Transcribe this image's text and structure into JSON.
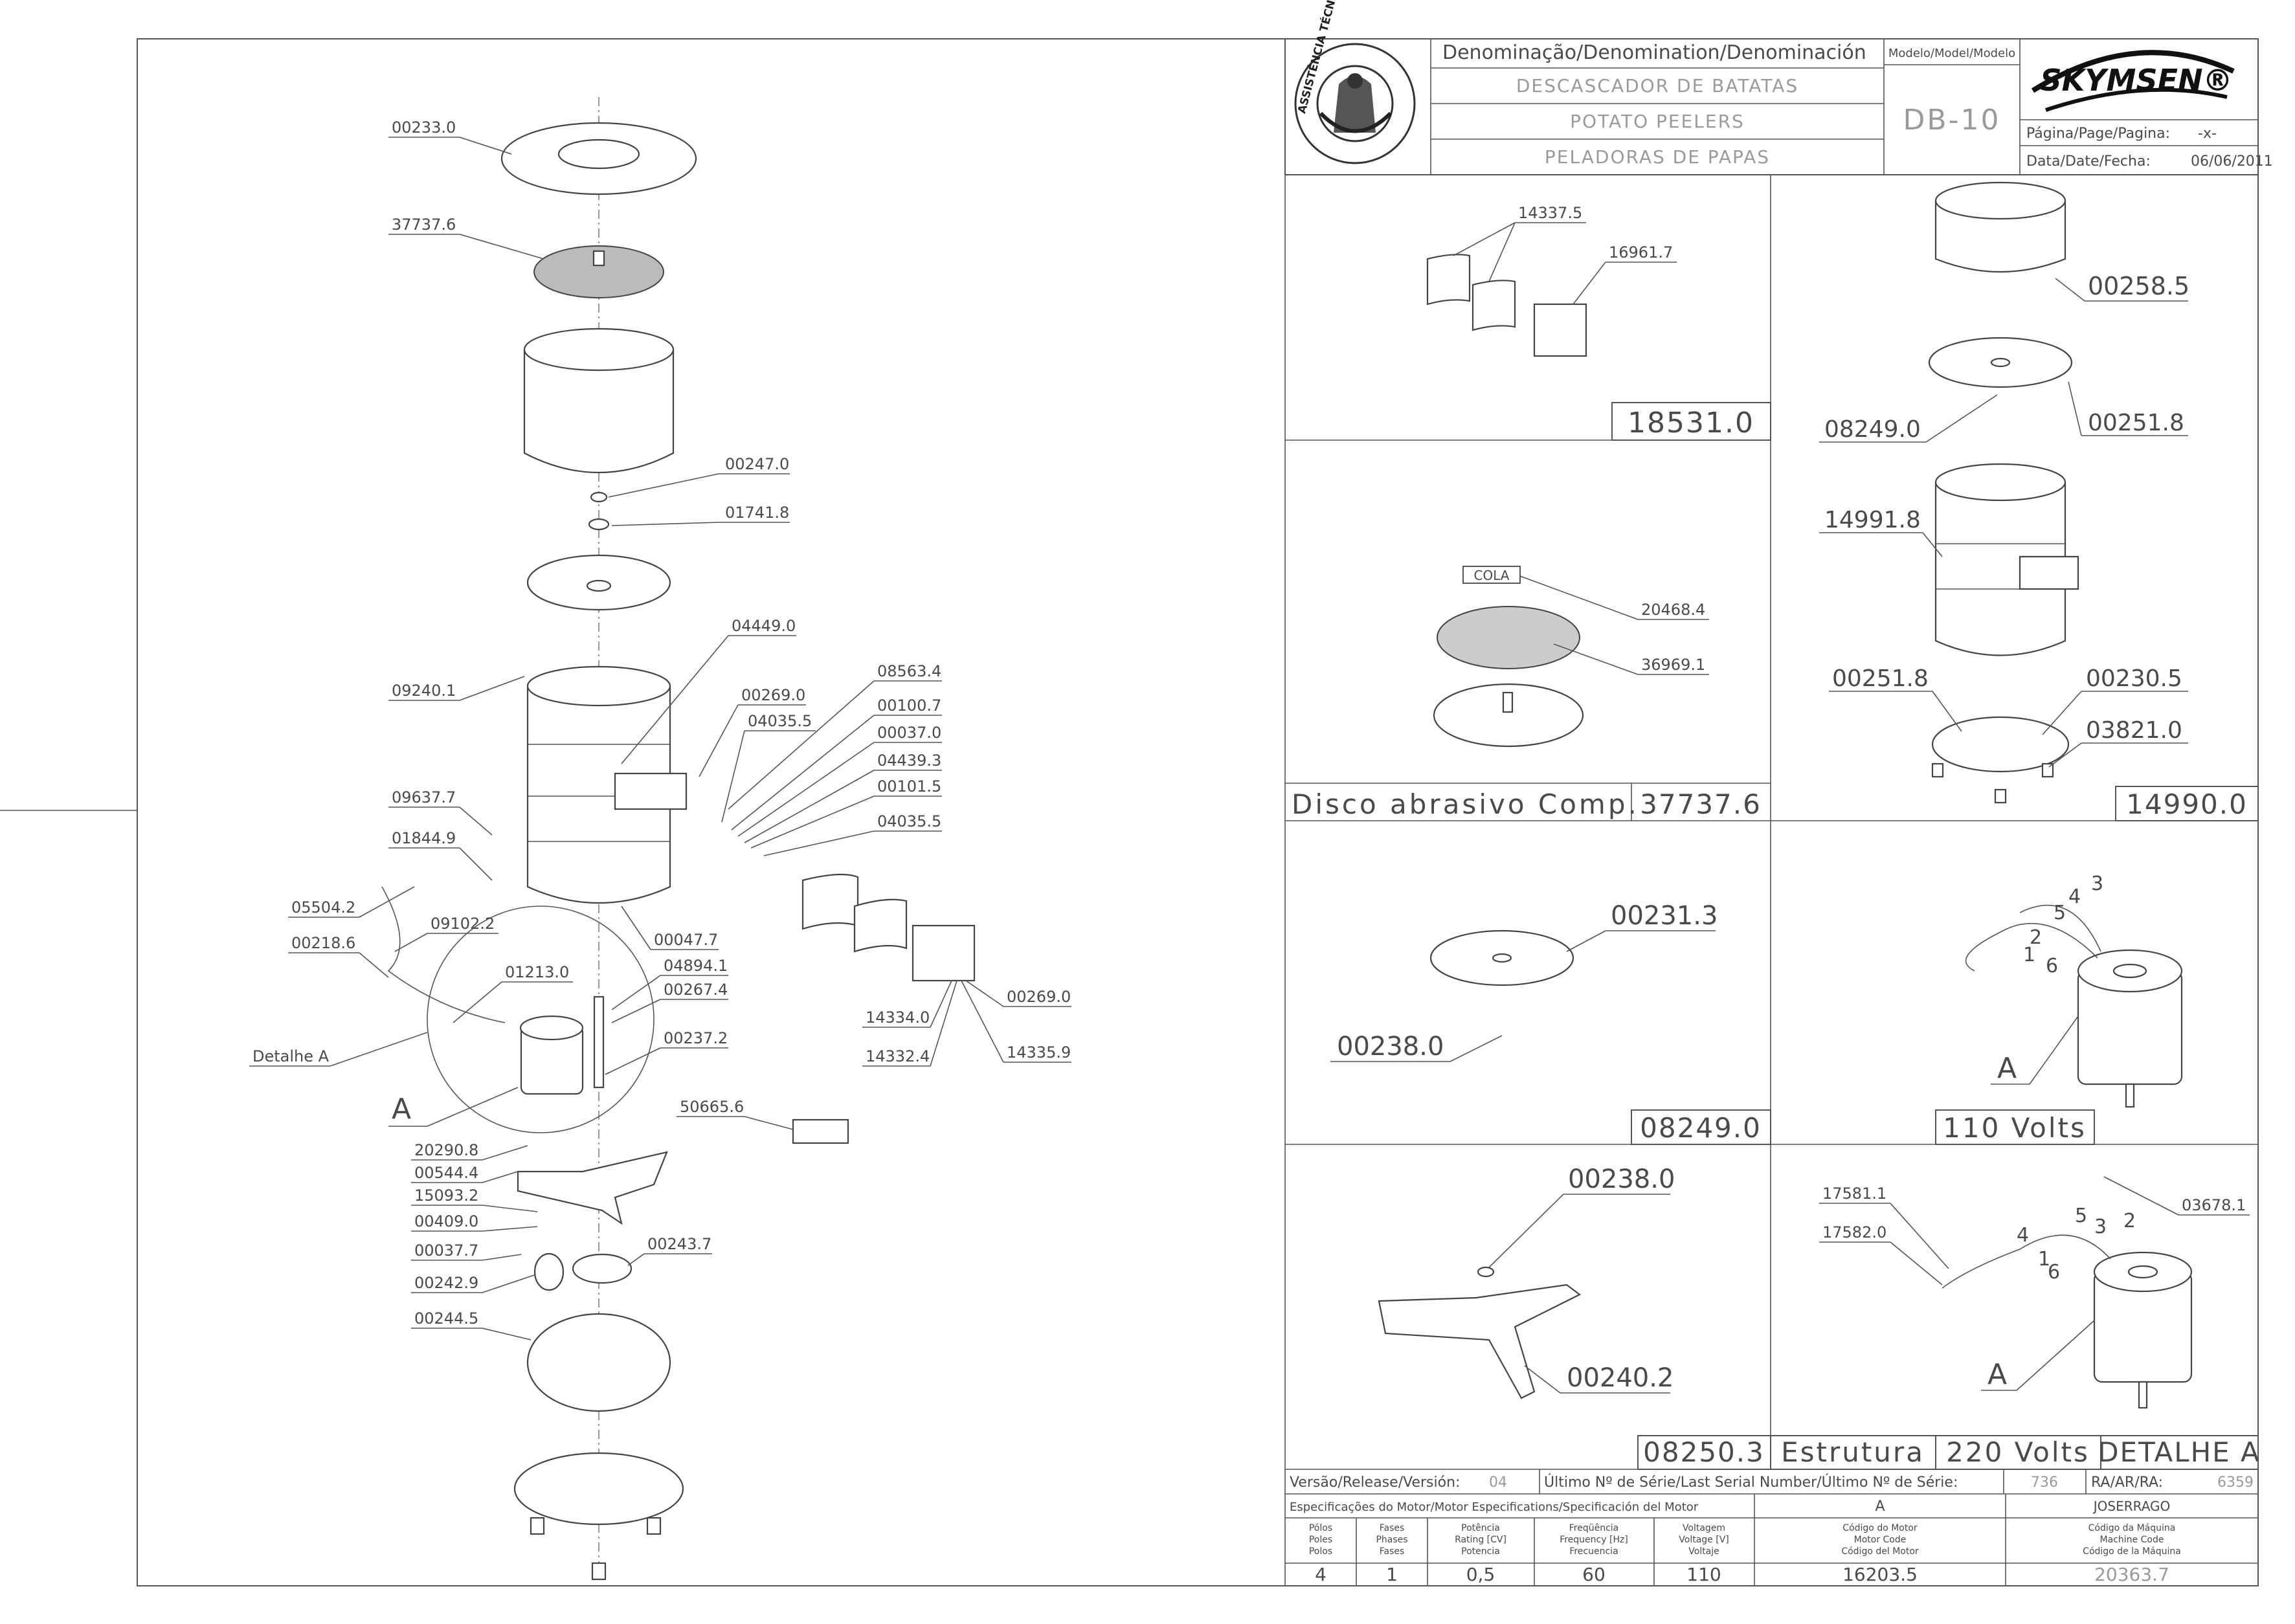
{
  "title_block": {
    "denomination_header": "Denominação/Denomination/Denominación",
    "names": [
      "DESCASCADOR DE BATATAS",
      "POTATO PEELERS",
      "PELADORAS DE PAPAS"
    ],
    "model_header": "Modelo/Model/Modelo",
    "model": "DB-10",
    "brand": "SKYMSEN®",
    "page_label": "Página/Page/Pagina:",
    "page_value": "-x-",
    "date_label": "Data/Date/Fecha:",
    "date_value": "06/06/2011",
    "seal_text": "ASSISTÊNCIA TÉCNICA AUTORIZADA"
  },
  "main_drawing": {
    "labels": [
      "00233.0",
      "37737.6",
      "00247.0",
      "01741.8",
      "04449.0",
      "09240.1",
      "00269.0",
      "08563.4",
      "04035.5",
      "00100.7",
      "00037.0",
      "04439.3",
      "00101.5",
      "04035.5",
      "09637.7",
      "01844.9",
      "05504.2",
      "09102.2",
      "00218.6",
      "01213.0",
      "00047.7",
      "04894.1",
      "00267.4",
      "00237.2",
      "14334.0",
      "14332.4",
      "14335.9",
      "00269.0",
      "Detalhe A",
      "A",
      "50665.6",
      "20290.8",
      "00544.4",
      "15093.2",
      "00409.0",
      "00037.7",
      "00243.7",
      "00242.9",
      "00244.5"
    ]
  },
  "panels": {
    "p1": {
      "labels": [
        "14337.5",
        "16961.7"
      ],
      "code": "18531.0"
    },
    "p2": {
      "labels": [
        "00258.5",
        "08249.0",
        "00251.8"
      ]
    },
    "p3": {
      "cola": "COLA",
      "labels": [
        "20468.4",
        "36969.1"
      ],
      "caption": "Disco abrasivo Comp.",
      "code": "37737.6"
    },
    "p4": {
      "labels": [
        "14991.8",
        "00251.8",
        "00230.5",
        "03821.0"
      ],
      "code": "14990.0"
    },
    "p5": {
      "labels": [
        "00231.3",
        "00238.0"
      ],
      "code": "08249.0"
    },
    "p6": {
      "wires": [
        "3",
        "4",
        "5",
        "2",
        "1",
        "6"
      ],
      "detail": "A",
      "voltage": "110 Volts"
    },
    "p7": {
      "labels": [
        "00238.0",
        "00240.2"
      ],
      "code": "08250.3",
      "caption": "Estrutura"
    },
    "p8": {
      "labels": [
        "17581.1",
        "03678.1",
        "17582.0"
      ],
      "wires": [
        "5",
        "3",
        "2",
        "4",
        "1",
        "6"
      ],
      "detail": "A",
      "voltage": "220 Volts",
      "caption": "DETALHE A"
    }
  },
  "footer": {
    "version_label": "Versão/Release/Versión:",
    "version_value": "04",
    "serial_label": "Último Nº de Série/Last Serial Number/Último Nº de Série:",
    "serial_value": "736",
    "ra_label": "RA/AR/RA:",
    "ra_value": "6359",
    "motor_spec_label": "Especificações do Motor/Motor Especifications/Specificación del Motor",
    "motor_letter": "A",
    "owner": "JOSERRAGO",
    "spec_headers": [
      [
        "Pólos",
        "Poles",
        "Polos"
      ],
      [
        "Fases",
        "Phases",
        "Fases"
      ],
      [
        "Potência",
        "Rating [CV]",
        "Potencia"
      ],
      [
        "Freqüência",
        "Frequency [Hz]",
        "Frecuencia"
      ],
      [
        "Voltagem",
        "Voltage [V]",
        "Voltaje"
      ],
      [
        "Código do Motor",
        "Motor Code",
        "Código del Motor"
      ],
      [
        "Código da Máquina",
        "Machine Code",
        "Código de la Máquina"
      ]
    ],
    "spec_values": [
      "4",
      "1",
      "0,5",
      "60",
      "110",
      "16203.5",
      "20363.7"
    ]
  }
}
